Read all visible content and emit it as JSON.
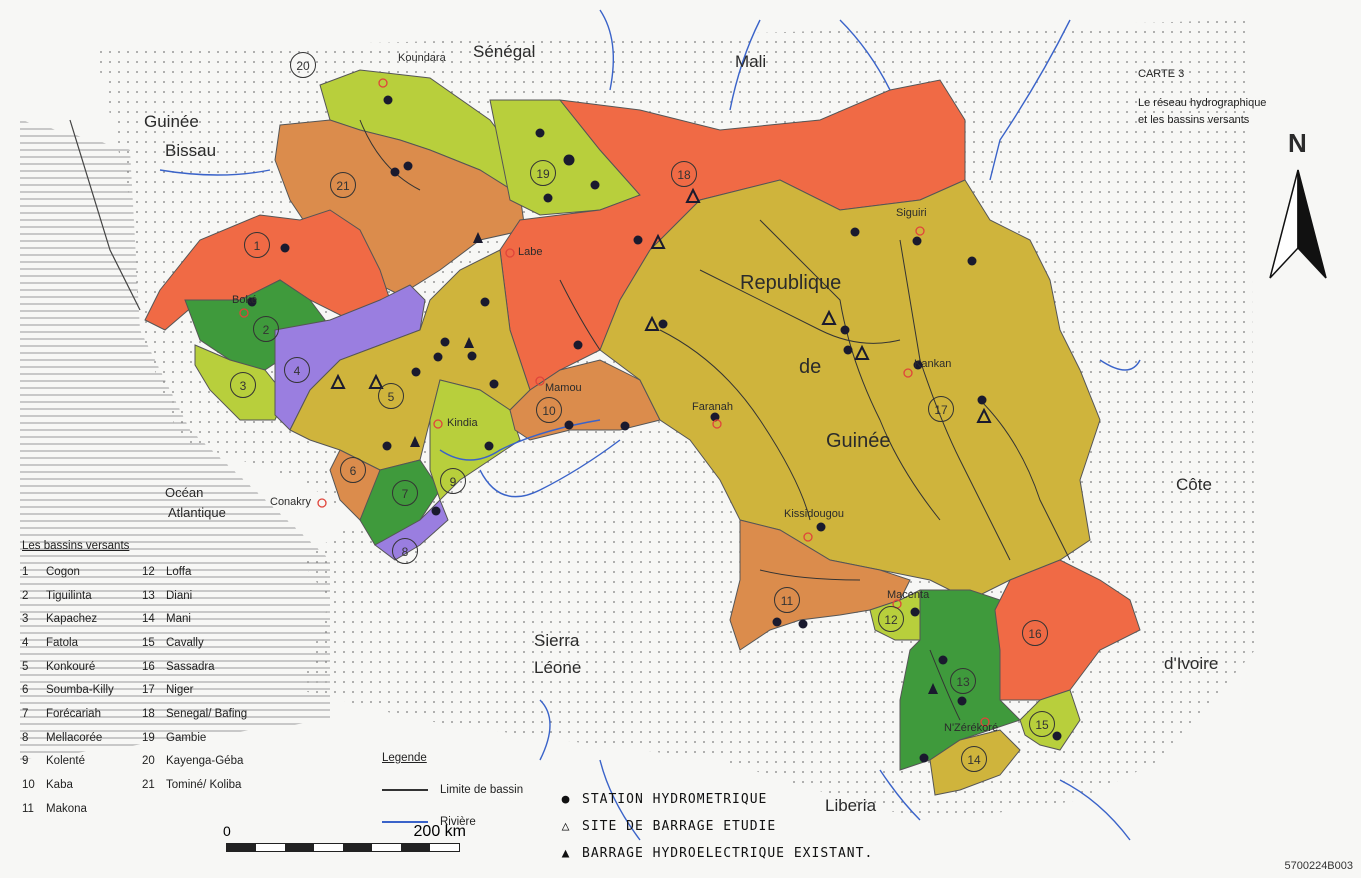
{
  "title": {
    "line1": "CARTE 3",
    "line2": "Le réseau hydrographique",
    "line3": "et les bassins versants"
  },
  "north_label": "N",
  "countries": {
    "senegal": "Sénégal",
    "mali": "Mali",
    "guinea_bissau_1": "Guinée",
    "guinea_bissau_2": "Bissau",
    "sierra_leone_1": "Sierra",
    "sierra_leone_2": "Léone",
    "liberia": "Liberia",
    "cote_ivoire_1": "Côte",
    "cote_ivoire_2": "d'Ivoire",
    "guinea_1": "Republique",
    "guinea_2": "de",
    "guinea_3": "Guinée"
  },
  "ocean_1": "Océan",
  "ocean_2": "Atlantique",
  "cities": {
    "koundara": "Koundara",
    "labe": "Labe",
    "siguiri": "Siguiri",
    "boke": "Boké",
    "mamou": "Mamou",
    "faranah": "Faranah",
    "kankan": "Kankan",
    "kindia": "Kindia",
    "conakry": "Conakry",
    "kissidougou": "Kissidougou",
    "macenta": "Macenta",
    "nzerekore": "N'Zérékoré"
  },
  "basins": {
    "heading": "Les bassins versants",
    "items": [
      {
        "num": "1",
        "name": "Cogon"
      },
      {
        "num": "2",
        "name": "Tiguilinta"
      },
      {
        "num": "3",
        "name": "Kapachez"
      },
      {
        "num": "4",
        "name": "Fatola"
      },
      {
        "num": "5",
        "name": "Konkouré"
      },
      {
        "num": "6",
        "name": "Soumba-Killy"
      },
      {
        "num": "7",
        "name": "Forécariah"
      },
      {
        "num": "8",
        "name": "Mellacorée"
      },
      {
        "num": "9",
        "name": "Kolenté"
      },
      {
        "num": "10",
        "name": "Kaba"
      },
      {
        "num": "11",
        "name": "Makona"
      },
      {
        "num": "12",
        "name": "Loffa"
      },
      {
        "num": "13",
        "name": "Diani"
      },
      {
        "num": "14",
        "name": "Mani"
      },
      {
        "num": "15",
        "name": "Cavally"
      },
      {
        "num": "16",
        "name": "Sassadra"
      },
      {
        "num": "17",
        "name": "Niger"
      },
      {
        "num": "18",
        "name": "Senegal/ Bafing"
      },
      {
        "num": "19",
        "name": "Gambie"
      },
      {
        "num": "20",
        "name": "Kayenga-Géba"
      },
      {
        "num": "21",
        "name": "Tominé/ Koliba"
      }
    ]
  },
  "legend": {
    "heading": "Legende",
    "basin_limit": "Limite de bassin",
    "river": "Rivière",
    "basin_limit_color": "#333333",
    "river_color": "#3a63c9"
  },
  "symbols": {
    "station": "STATION HYDROMETRIQUE",
    "site": "SITE DE BARRAGE ETUDIE",
    "dam": "BARRAGE HYDROELECTRIQUE EXISTANT."
  },
  "scale": {
    "start": "0",
    "end": "200 km"
  },
  "basin_numbers": [
    "1",
    "2",
    "3",
    "4",
    "5",
    "6",
    "7",
    "8",
    "9",
    "10",
    "11",
    "12",
    "13",
    "14",
    "15",
    "16",
    "17",
    "18",
    "19",
    "20",
    "21"
  ],
  "colors": {
    "red": "#f06a45",
    "orange": "#db8c4c",
    "yellow": "#cfb43c",
    "lightgreen": "#b8cf3c",
    "darkgreen": "#3f9a3c",
    "purple": "#9a7ee0",
    "river": "#3a63c9",
    "coast_hatch": "#9a9a9a"
  },
  "doc_code": "5700224B003"
}
